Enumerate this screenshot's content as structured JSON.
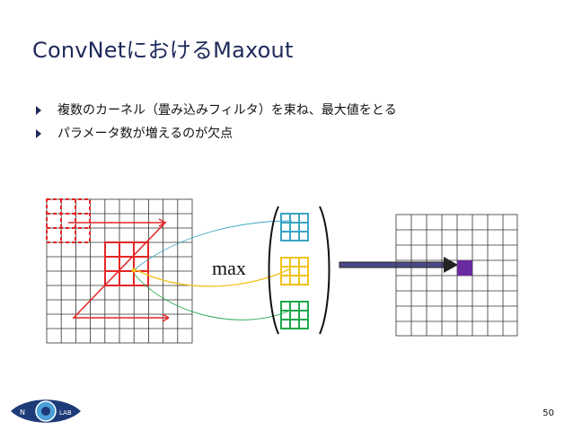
{
  "slide": {
    "title": "ConvNetにおけるMaxout",
    "bullets": [
      "複数のカーネル（畳み込みフィルタ）を束ね、最大値をとる",
      "パラメータ数が増えるのが欠点"
    ],
    "max_label": "max",
    "logo": {
      "left": "N",
      "right": "LAB"
    },
    "page_number": "50"
  },
  "colors": {
    "title": "#1e2a5a",
    "red": "#e32626",
    "cyan": "#3aa5c2",
    "yellow": "#f0c21a",
    "green": "#1fa84c",
    "purple": "#6a2aa0",
    "arrow": "#3a3a7a"
  }
}
